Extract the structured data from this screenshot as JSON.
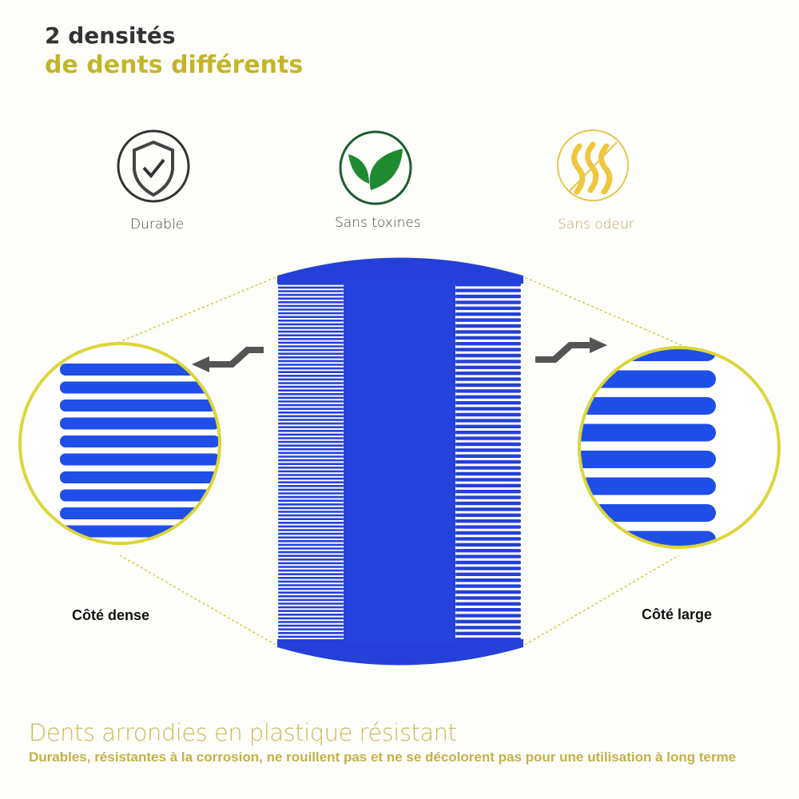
{
  "header": {
    "line1": "2 densités",
    "line2": "de dents différents"
  },
  "features": [
    {
      "label": "Durable",
      "icon": "shield-check-icon"
    },
    {
      "label": "Sans toxines",
      "icon": "leaf-icon"
    },
    {
      "label": "Sans odeur",
      "icon": "no-odor-icon"
    }
  ],
  "sides": {
    "dense": "Côté dense",
    "wide": "Côté large"
  },
  "footer": {
    "title": "Dents arrondies en plastique résistant",
    "description": "Durables, résistantes à la corrosion, ne rouillent pas et ne se décolorent pas pour une utilisation à long terme"
  },
  "colors": {
    "comb": "#2440d8",
    "accent": "#c3b52a",
    "circle": "#dcd53a"
  }
}
